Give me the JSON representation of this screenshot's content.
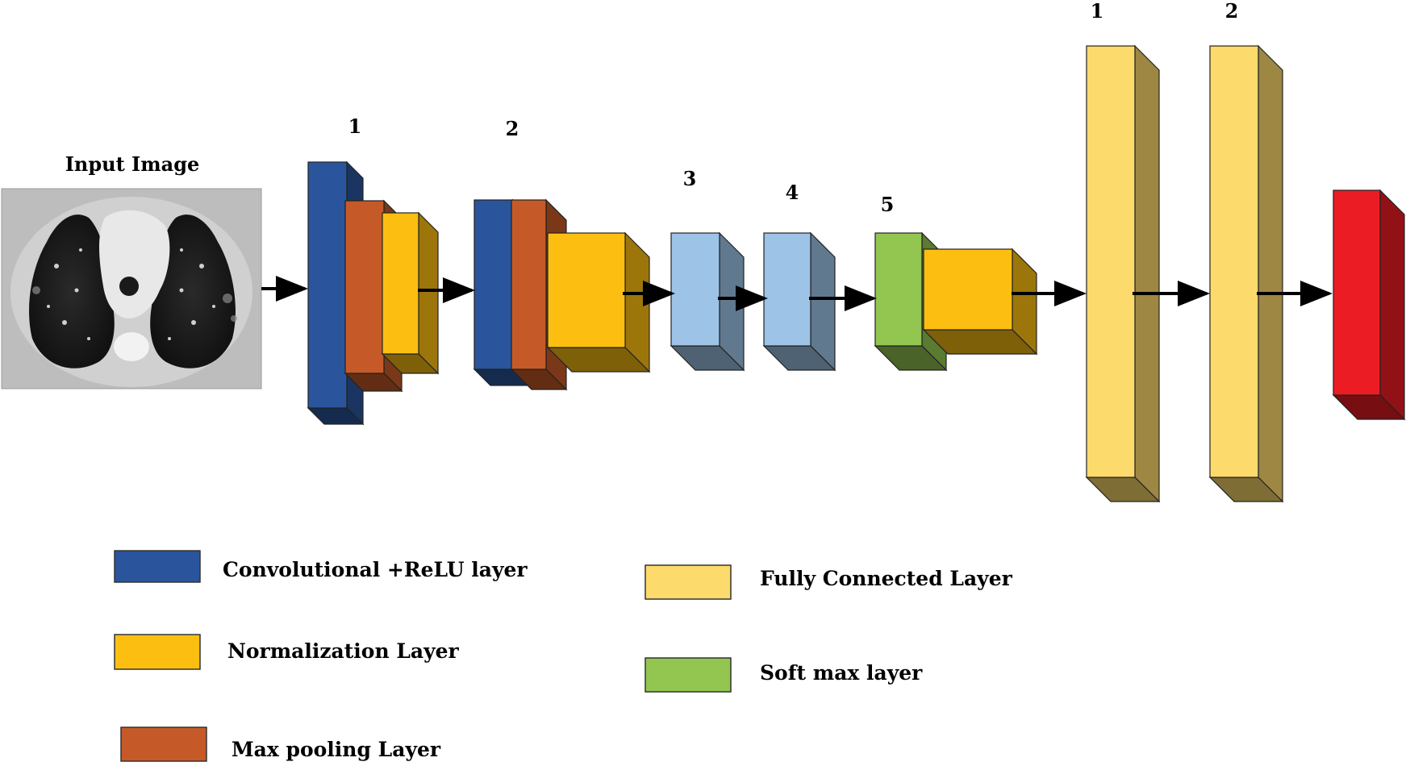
{
  "input": {
    "title": "Input Image"
  },
  "conv_blocks": {
    "labels": [
      "1",
      "2",
      "3",
      "4",
      "5"
    ]
  },
  "fc_blocks": {
    "labels": [
      "1",
      "2"
    ]
  },
  "legend": {
    "items": [
      {
        "key": "conv",
        "label": "Convolutional +ReLU layer",
        "color": "#2A559C"
      },
      {
        "key": "norm",
        "label": "Normalization Layer",
        "color": "#FCBF11"
      },
      {
        "key": "pool",
        "label": "Max pooling Layer",
        "color": "#C55A28"
      },
      {
        "key": "fc",
        "label": "Fully Connected Layer",
        "color": "#FDDA6C"
      },
      {
        "key": "softmax",
        "label": "Soft max layer",
        "color": "#93C551"
      }
    ]
  },
  "colors": {
    "conv": "#2A559C",
    "norm": "#FCBF11",
    "pool": "#C55A28",
    "light": "#9DC3E6",
    "softmax": "#93C551",
    "fc": "#FDDA6C",
    "output": "#EC1C24"
  }
}
